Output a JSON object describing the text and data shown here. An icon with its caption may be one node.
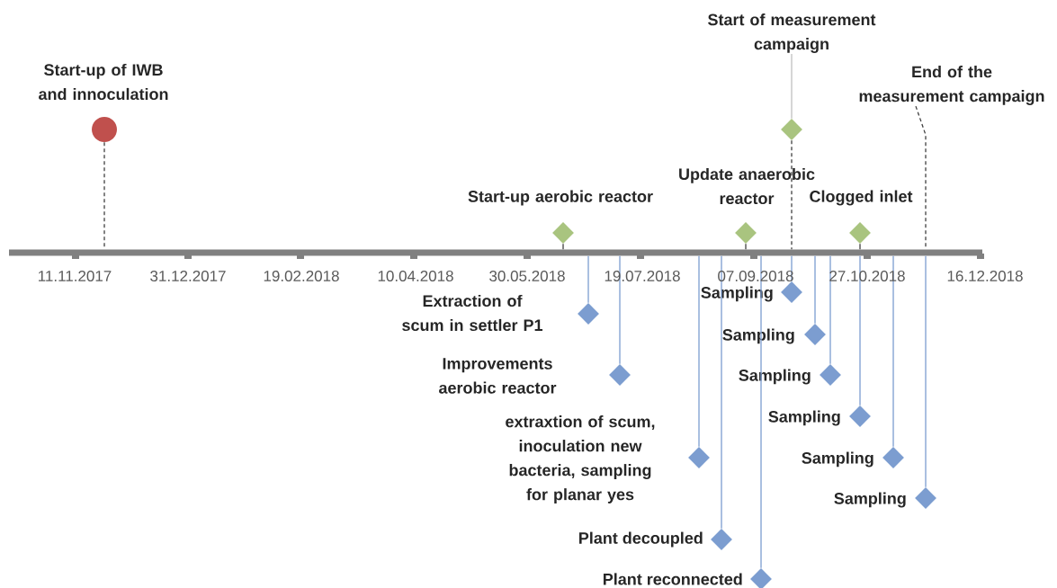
{
  "diagram": {
    "nodes": [
      {
        "text": [],
        "shape": "circle",
        "beside": [
          "Start-up of IWB and innoculation"
        ]
      },
      {
        "text": [],
        "shape": "diamond",
        "beside": [
          "Start-up aerobic reactor"
        ]
      },
      {
        "text": [],
        "shape": "diamond",
        "beside": [
          "Update anaerobic reactor"
        ]
      },
      {
        "text": [],
        "shape": "diamond"
      },
      {
        "text": [],
        "shape": "diamond",
        "beside": [
          "Clogged inlet"
        ]
      },
      {
        "text": [
          "End of the measurement campaign"
        ]
      },
      {
        "text": [],
        "shape": "diamond",
        "beside": [
          "Extraction of scum in settler P1"
        ]
      },
      {
        "text": [],
        "shape": "diamond",
        "beside": [
          "Improvements aerobic reactor"
        ]
      },
      {
        "text": [],
        "shape": "diamond",
        "beside": [
          "extraxtion of scum, inoculation new bacteria, sampling for planar yes"
        ]
      },
      {
        "text": [],
        "shape": "diamond",
        "beside": [
          "Plant decoupled"
        ]
      },
      {
        "text": [],
        "shape": "diamond",
        "beside": [
          "Plant reconnected"
        ]
      },
      {
        "text": [],
        "shape": "diamond",
        "beside": [
          "Sampling"
        ]
      },
      {
        "text": [],
        "shape": "diamond",
        "beside": [
          "Sampling"
        ]
      },
      {
        "text": [],
        "shape": "diamond",
        "beside": [
          "Sampling"
        ]
      },
      {
        "text": [],
        "shape": "diamond",
        "beside": [
          "Sampling"
        ]
      },
      {
        "text": [],
        "shape": "diamond",
        "beside": [
          "Sampling"
        ]
      },
      {
        "text": [],
        "shape": "diamond",
        "beside": [
          "Sampling"
        ]
      },
      {
        "text": [],
        "shape": "bar"
      },
      {
        "text": [
          "Start of measurement campaign"
        ]
      }
    ],
    "edges": [
      {
        "from": 0,
        "to": 17,
        "arrow": "none",
        "style": "dashed",
        "color": "#404040"
      },
      {
        "from": 1,
        "to": 17,
        "arrow": "none",
        "color": "#404040"
      },
      {
        "from": 2,
        "to": 17,
        "arrow": "none",
        "color": "#404040"
      },
      {
        "from": 3,
        "to": 17,
        "arrow": "none",
        "style": "dashed",
        "color": "#404040"
      },
      {
        "from": 4,
        "to": 17,
        "arrow": "none",
        "color": "#404040"
      },
      {
        "from": 5,
        "to": 17,
        "arrow": "none",
        "style": "dashed",
        "color": "#404040"
      },
      {
        "from": 6,
        "to": 17,
        "arrow": "none"
      },
      {
        "from": 7,
        "to": 17,
        "arrow": "none"
      },
      {
        "from": 8,
        "to": 17,
        "arrow": "none"
      },
      {
        "from": 9,
        "to": 17,
        "arrow": "none"
      },
      {
        "from": 10,
        "to": 17,
        "arrow": "none"
      },
      {
        "from": 11,
        "to": 17,
        "arrow": "none"
      },
      {
        "from": 12,
        "to": 17,
        "arrow": "none"
      },
      {
        "from": 13,
        "to": 17,
        "arrow": "none"
      },
      {
        "from": 14,
        "to": 17,
        "arrow": "none"
      },
      {
        "from": 15,
        "to": 17,
        "arrow": "none"
      },
      {
        "from": 16,
        "to": 17,
        "arrow": "none"
      },
      {
        "from": 18,
        "to": 3,
        "arrow": "none",
        "color": "#bfbfbf"
      }
    ],
    "labels": [
      "11.11.2017",
      "31.12.2017",
      "19.02.2018",
      "10.04.2018",
      "30.05.2018",
      "19.07.2018",
      "07.09.2018",
      "27.10.2018",
      "16.12.2018"
    ]
  }
}
